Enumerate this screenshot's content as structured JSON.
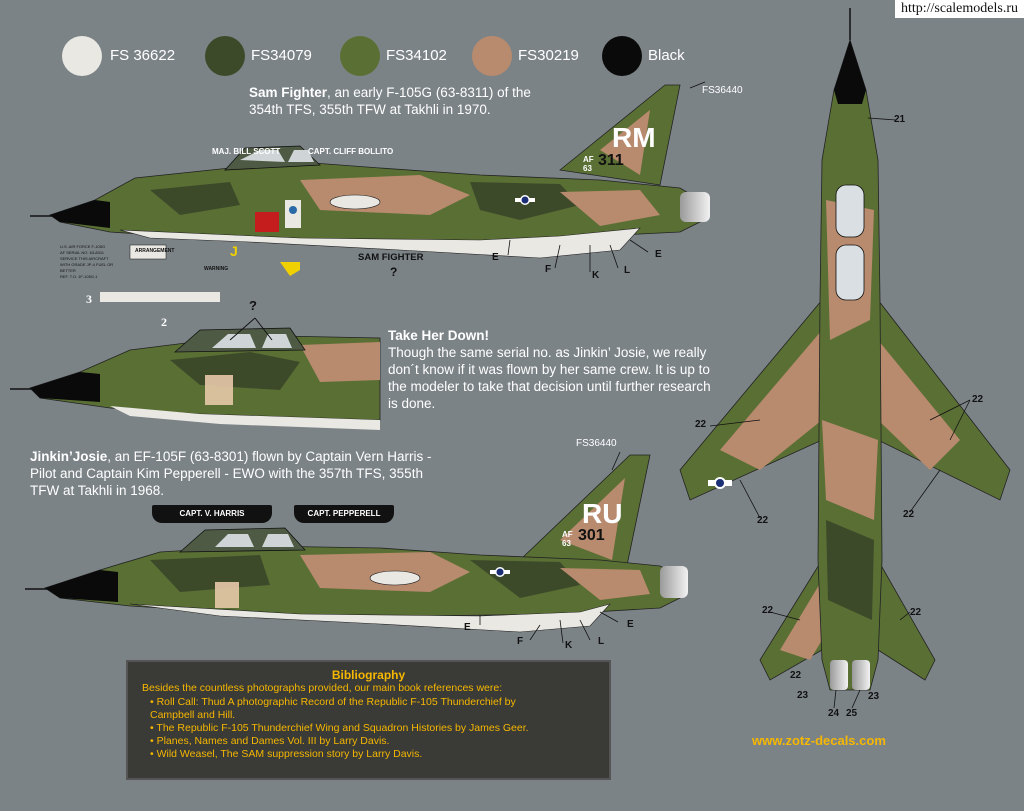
{
  "watermark": "http://scalemodels.ru",
  "palette": [
    {
      "label": "FS 36622",
      "color": "#e9e8e3"
    },
    {
      "label": "FS34079",
      "color": "#3d4a2a"
    },
    {
      "label": "FS34102",
      "color": "#5a6f34"
    },
    {
      "label": "FS30219",
      "color": "#b88a6e"
    },
    {
      "label": "Black",
      "color": "#0a0a0a"
    }
  ],
  "sam_fighter": {
    "name": "Sam Fighter",
    "desc1": ", an early F-105G (63-8311) of the",
    "desc2": "354th TFS, 355th TFW  at Takhli in 1970.",
    "fs_ref": "FS36440",
    "tail_code": "RM",
    "tail_small": "AF 63",
    "tail_serial": "311",
    "pilot": "MAJ. BILL SCOTT",
    "ewo": "CAPT. CLIFF BOLLITO",
    "nose_art_label": "SAM FIGHTER",
    "question": "?",
    "stencil_arrangement": "ARRANGEMENT",
    "stencil_j": "J",
    "stencil_warning": "WARNING",
    "data_block": [
      "U.S. AIR FORCE F-105G",
      "AF SERIAL NO. 63-8311",
      "SERVICE THIS AIRCRAFT",
      "WITH GRADE JP-4 FUEL OR BETTER",
      "REF. T.O. 1F-105G-1"
    ],
    "num3": "3",
    "num2": "2"
  },
  "take_her_down": {
    "title": "Take Her Down!",
    "lines": [
      "Though the same serial no. as Jinkin’ Josie, we really",
      "don´t know if it was flown by her same crew. It is up to",
      "the modeler to take that decision until further research",
      "is done."
    ],
    "question": "?"
  },
  "jinkin_josie": {
    "name": "Jinkin’Josie",
    "line1": ", an EF-105F (63-8301) flown by Captain Vern Harris -",
    "line2": "Pilot and Captain Kim Pepperell - EWO with the 357th TFS, 355th",
    "line3": "TFW at Takhli in 1968.",
    "fs_ref": "FS36440",
    "tail_code": "RU",
    "tail_small": "AF 63",
    "tail_serial": "301",
    "pilot_plate": "CAPT. V. HARRIS",
    "ewo_plate": "CAPT. PEPPERELL"
  },
  "callouts_top": {
    "e1": "E",
    "e2": "E",
    "f": "F",
    "k": "K",
    "l": "L"
  },
  "callouts_bottom": {
    "e1": "E",
    "e2": "E",
    "f": "F",
    "k": "K",
    "l": "L"
  },
  "plan_callouts": {
    "n21": "21",
    "n22a": "22",
    "n22b": "22",
    "n22c": "22",
    "n22d": "22",
    "n22e": "22",
    "n22f": "22",
    "n22g": "22",
    "n23a": "23",
    "n23b": "23",
    "n24": "24",
    "n25": "25"
  },
  "bibliography": {
    "title": "Bibliography",
    "intro": "Besides the countless photographs provided, our main book references were:",
    "items": [
      "• Roll Call: Thud A photographic Record of the Republic F-105 Thunderchief by",
      "   Campbell and Hill.",
      "• The Republic F-105 Thunderchief Wing and Squadron Histories by James Geer.",
      "• Planes, Names and Dames Vol. III by Larry Davis.",
      "• Wild Weasel, The SAM suppression story by Larry Davis."
    ]
  },
  "website": "www.zotz-decals.com"
}
